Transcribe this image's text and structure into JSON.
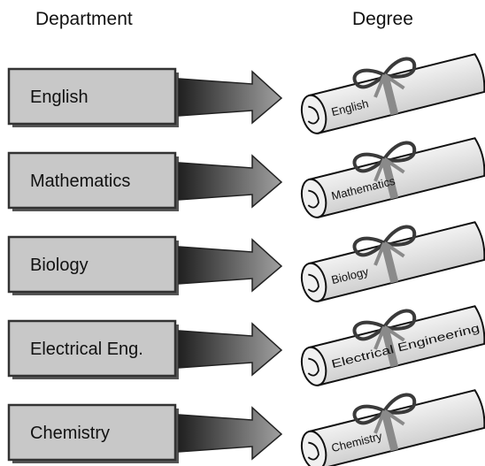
{
  "headers": {
    "department": "Department",
    "degree": "Degree"
  },
  "rows": [
    {
      "department": "English",
      "degree": "English"
    },
    {
      "department": "Mathematics",
      "degree": "Mathematics"
    },
    {
      "department": "Biology",
      "degree": "Biology"
    },
    {
      "department": "Electrical Eng.",
      "degree": "Electrical Engineering"
    },
    {
      "department": "Chemistry",
      "degree": "Chemistry"
    }
  ],
  "colors": {
    "box_fill": "#c8c8c8",
    "box_stroke": "#333333",
    "arrow_dark": "#202020",
    "arrow_light": "#9a9a9a",
    "scroll_fill": "#e6e6e6",
    "ribbon": "#8a8a8a",
    "bow": "#3a3a3a"
  }
}
